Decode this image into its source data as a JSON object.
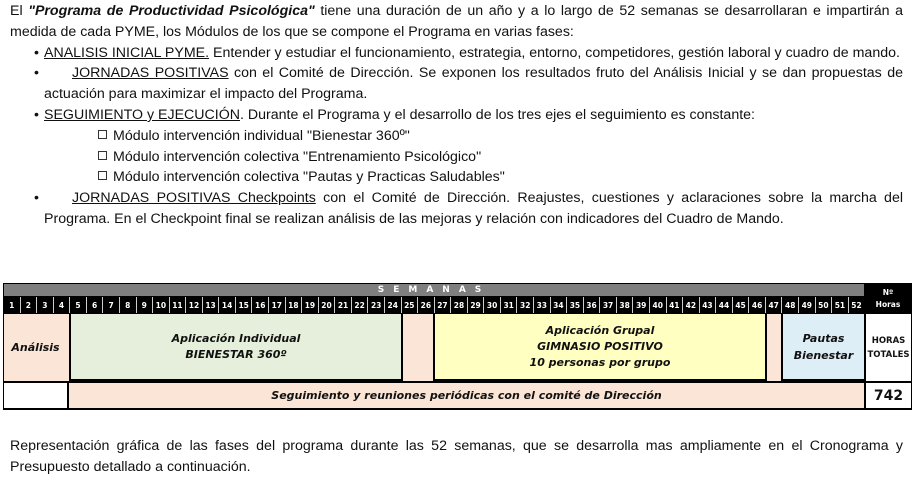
{
  "intro": {
    "prefix": "El ",
    "program_name": "\"Programa de Productividad Psicológica\"",
    "rest": " tiene una duración de un año y a lo largo de 52 semanas se desarrollaran e impartirán a medida de cada PYME, los Módulos de los que se compone el Programa en varias fases:"
  },
  "phases": [
    {
      "title": "ANALISIS INICIAL PYME.",
      "text": " Entender y estudiar el funcionamiento, estrategia, entorno, competidores, gestión laboral y cuadro de mando."
    },
    {
      "title": "JORNADAS POSITIVAS",
      "text": " con el Comité de Dirección. Se exponen los resultados fruto del Análisis Inicial y se dan propuestas de actuación para maximizar el impacto del Programa."
    },
    {
      "title": "SEGUIMIENTO y EJECUCIÓN",
      "text": ". Durante el Programa y el desarrollo de los tres ejes el seguimiento es constante:",
      "modules": [
        "Módulo intervención individual \"Bienestar 360º\"",
        "Módulo intervención colectiva \"Entrenamiento Psicológico\"",
        "Módulo intervención colectiva \"Pautas y Practicas Saludables\""
      ]
    },
    {
      "title": "JORNADAS POSITIVAS Checkpoints",
      "text": " con el Comité de Dirección. Reajustes, cuestiones y aclaraciones sobre la marcha del Programa. En el Checkpoint final se realizan análisis de las mejoras y relación con indicadores del Cuadro de Mando."
    }
  ],
  "bullet": "•",
  "gantt": {
    "header": "SEMANAS",
    "weeks": [
      1,
      2,
      3,
      4,
      5,
      6,
      7,
      8,
      9,
      10,
      11,
      12,
      13,
      14,
      15,
      16,
      17,
      18,
      19,
      20,
      21,
      22,
      23,
      24,
      25,
      26,
      27,
      28,
      29,
      30,
      31,
      32,
      33,
      34,
      35,
      36,
      37,
      38,
      39,
      40,
      41,
      42,
      43,
      44,
      45,
      46,
      47,
      48,
      49,
      50,
      51,
      52
    ],
    "hours_header": [
      "Nº",
      "Horas"
    ],
    "analisis": "Análisis",
    "individual": [
      "Aplicación Individual",
      "BIENESTAR 360º"
    ],
    "grupal": [
      "Aplicación Grupal",
      "GIMNASIO POSITIVO",
      "10 personas por grupo"
    ],
    "pautas": [
      "Pautas",
      "Bienestar"
    ],
    "totales": [
      "HORAS",
      "TOTALES"
    ],
    "seguimiento": "Seguimiento y reuniones periódicas con el comité de Dirección",
    "total_hours": "742",
    "colors": {
      "peach": "#fbe5d6",
      "green": "#e6efdb",
      "yellow": "#ffffc1",
      "blue": "#deeef6",
      "gray": "#7f7f7f"
    }
  },
  "caption": "Representación gráfica de las fases del programa durante las 52 semanas, que se desarrolla mas ampliamente en el Cronograma y Presupuesto detallado a continuación."
}
